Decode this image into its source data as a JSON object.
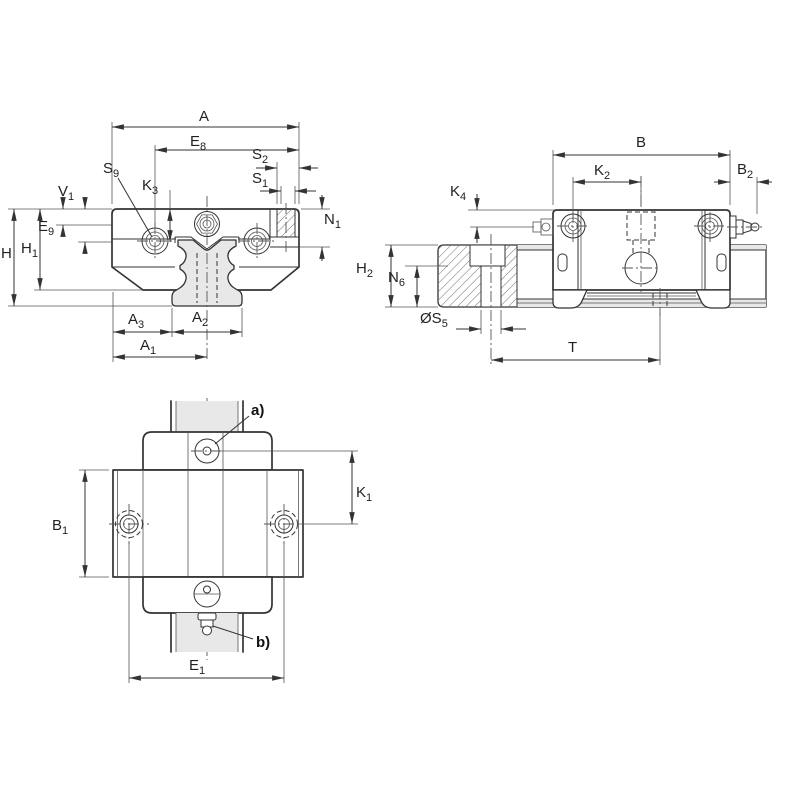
{
  "figure": {
    "type": "technical-dimension-drawing",
    "subject": "linear-guide-carriage-and-rail",
    "views": {
      "front": "front-cross-section-view",
      "side": "side-elevation-view-with-rail-section",
      "plan": "top-plan-view"
    }
  },
  "colors": {
    "line": "#333333",
    "thin": "#555555",
    "fill": "#e8e8e8",
    "bg": "#ffffff"
  },
  "labels": {
    "A": {
      "base": "A",
      "sub": ""
    },
    "E8": {
      "base": "E",
      "sub": "8"
    },
    "S9": {
      "base": "S",
      "sub": "9"
    },
    "K3": {
      "base": "K",
      "sub": "3"
    },
    "S2": {
      "base": "S",
      "sub": "2"
    },
    "S1": {
      "base": "S",
      "sub": "1"
    },
    "N1": {
      "base": "N",
      "sub": "1"
    },
    "V1": {
      "base": "V",
      "sub": "1"
    },
    "E9": {
      "base": "E",
      "sub": "9"
    },
    "H1": {
      "base": "H",
      "sub": "1"
    },
    "H": {
      "base": "H",
      "sub": ""
    },
    "A3": {
      "base": "A",
      "sub": "3"
    },
    "A2": {
      "base": "A",
      "sub": "2"
    },
    "A1": {
      "base": "A",
      "sub": "1"
    },
    "B": {
      "base": "B",
      "sub": ""
    },
    "K2": {
      "base": "K",
      "sub": "2"
    },
    "B2": {
      "base": "B",
      "sub": "2"
    },
    "K4": {
      "base": "K",
      "sub": "4"
    },
    "H2": {
      "base": "H",
      "sub": "2"
    },
    "N6": {
      "base": "N",
      "sub": "6"
    },
    "S5": {
      "base": "ØS",
      "sub": "5"
    },
    "T": {
      "base": "T",
      "sub": ""
    },
    "a": {
      "base": "a)",
      "sub": ""
    },
    "b": {
      "base": "b)",
      "sub": ""
    },
    "B1": {
      "base": "B",
      "sub": "1"
    },
    "K1": {
      "base": "K",
      "sub": "1"
    },
    "E1": {
      "base": "E",
      "sub": "1"
    }
  }
}
